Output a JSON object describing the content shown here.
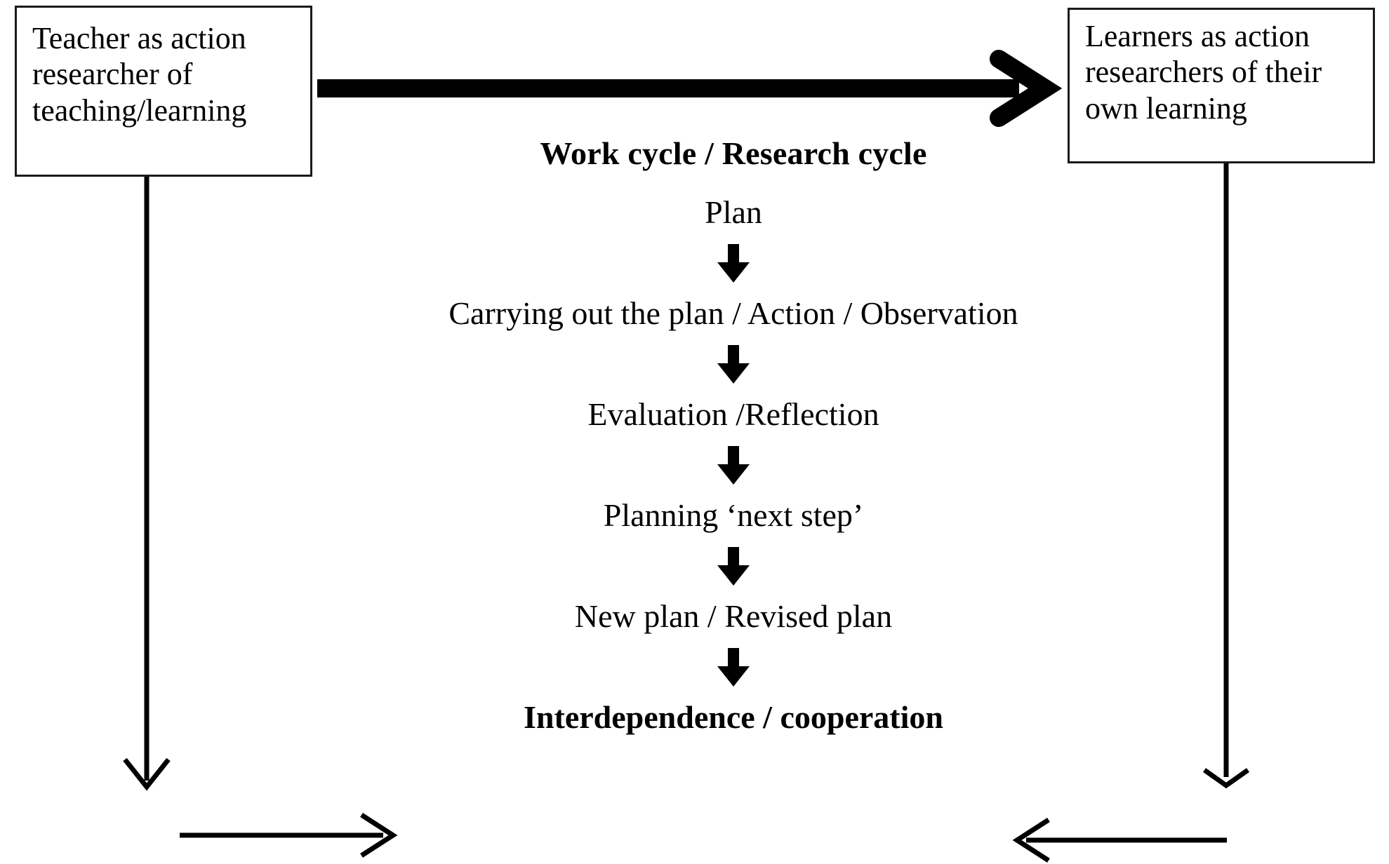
{
  "diagram": {
    "title": "Work cycle / Research cycle",
    "boxes": {
      "left": {
        "label": "Teacher as action researcher of teaching/learning",
        "line1": "Teacher as action",
        "line2": "researcher of",
        "line3": "teaching/learning"
      },
      "right": {
        "label": "Learners as action researchers of their own learning",
        "line1": "Learners as action",
        "line2": "researchers of their",
        "line3": "own learning"
      }
    },
    "cycle_steps": [
      {
        "label": "Plan"
      },
      {
        "label": "Carrying out the plan / Action / Observation"
      },
      {
        "label": "Evaluation /Reflection"
      },
      {
        "label": "Planning ‘next step’"
      },
      {
        "label": "New plan / Revised plan"
      }
    ],
    "final_statement": "Interdependence / cooperation",
    "arrows": {
      "top_thick": "teacher-to-learners-arrow",
      "left_down": "teacher-down-arrow",
      "right_down": "learners-down-arrow",
      "bottom_left": "left-to-center-arrow",
      "bottom_right": "right-to-center-arrow",
      "step_arrow_glyph": "down-arrow-icon"
    },
    "colors": {
      "ink": "#000000",
      "box_border": "#1a1a1a",
      "background": "#ffffff"
    }
  }
}
